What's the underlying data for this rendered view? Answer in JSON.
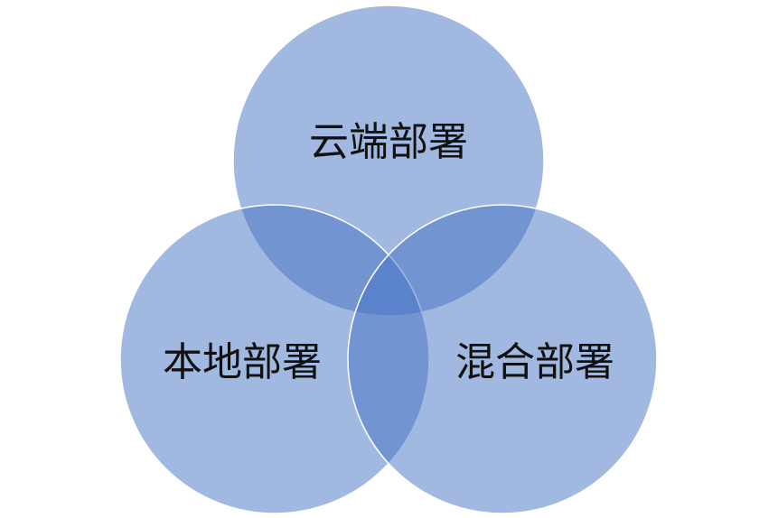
{
  "diagram": {
    "type": "venn",
    "fill_color": "#4472c4",
    "circles": [
      {
        "id": "cloud",
        "label": "云端部署"
      },
      {
        "id": "local",
        "label": "本地部署"
      },
      {
        "id": "hybrid",
        "label": "混合部署"
      }
    ]
  }
}
